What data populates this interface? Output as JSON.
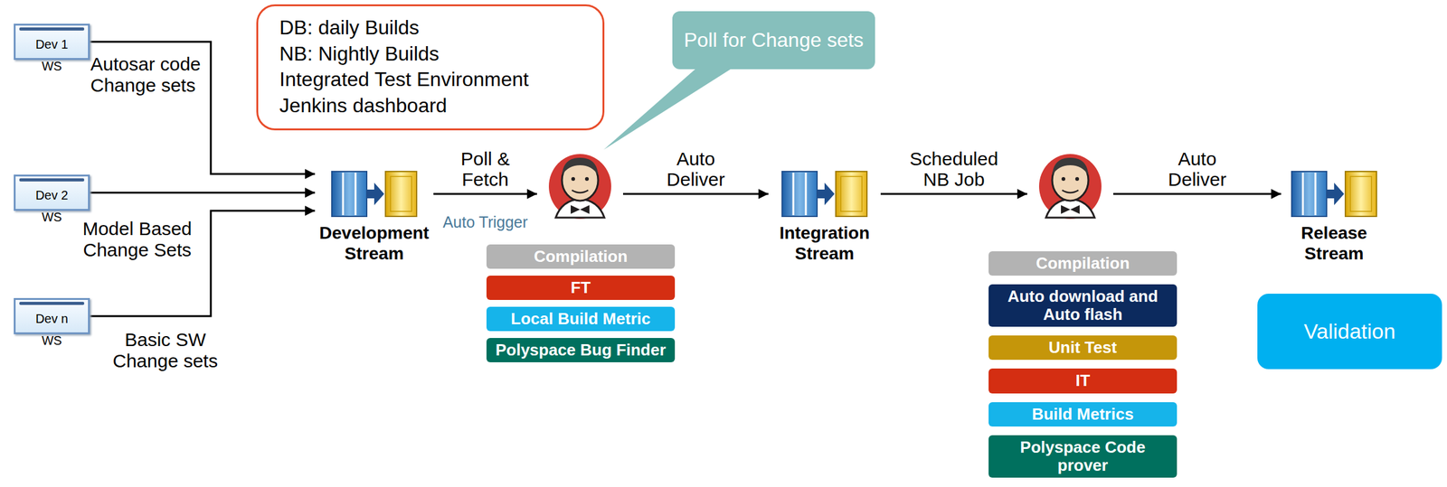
{
  "diagram": {
    "nodes": [
      {
        "text": [
          "DB: daily Builds",
          "NB: Nightly Builds",
          "Integrated Test Environment",
          "Jenkins dashboard"
        ]
      },
      {
        "text": [
          "Poll for Change sets"
        ]
      },
      {
        "text": [
          "Dev 1",
          "WS"
        ]
      },
      {
        "text": [
          "Dev 2",
          "WS"
        ]
      },
      {
        "text": [
          "Dev n",
          "WS"
        ]
      },
      {
        "text": [
          "Development Stream"
        ]
      },
      {
        "text": []
      },
      {
        "text": [
          "Compilation"
        ]
      },
      {
        "text": [
          "FT"
        ]
      },
      {
        "text": [
          "Local Build Metric"
        ]
      },
      {
        "text": [
          "Polyspace Bug Finder"
        ]
      },
      {
        "text": [
          "Integration Stream"
        ]
      },
      {
        "text": []
      },
      {
        "text": [
          "Compilation"
        ]
      },
      {
        "text": [
          "Auto download and Auto flash"
        ]
      },
      {
        "text": [
          "Unit Test"
        ]
      },
      {
        "text": [
          "IT"
        ]
      },
      {
        "text": [
          "Build Metrics"
        ]
      },
      {
        "text": [
          "Polyspace Code prover"
        ]
      },
      {
        "text": [
          "Release Stream"
        ]
      },
      {
        "text": [
          "Validation"
        ]
      }
    ],
    "edges": [
      {
        "from": 2,
        "to": 5,
        "label": "Autosar code Change sets",
        "arrow": "to"
      },
      {
        "from": 3,
        "to": 5,
        "label": "Model Based Change Sets",
        "arrow": "to"
      },
      {
        "from": 4,
        "to": 5,
        "label": "Basic SW Change sets",
        "arrow": "to"
      },
      {
        "from": 5,
        "to": 6,
        "label": "Poll & Fetch",
        "arrow": "to"
      },
      {
        "from": 6,
        "to": 11,
        "label": "Auto Deliver",
        "arrow": "to"
      },
      {
        "from": 11,
        "to": 12,
        "label": "Scheduled NB Job",
        "arrow": "to"
      },
      {
        "from": 12,
        "to": 19,
        "label": "Auto Deliver",
        "arrow": "to"
      }
    ],
    "labels": [
      "Auto Trigger"
    ]
  }
}
